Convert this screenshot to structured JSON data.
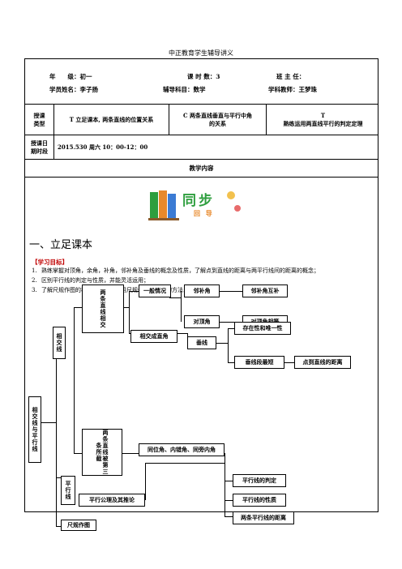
{
  "header": "中正教育学生辅导讲义",
  "info": {
    "grade_label": "年　　级：初一",
    "lessons_label": "课 时 数：3",
    "teacher_label": "班 主 任：",
    "student_label": "学员姓名：李子扬",
    "subject_label": "辅导科目：数学",
    "subject_teacher_label": "学科教师：王梦珠"
  },
  "type_row": {
    "label": "授课\n类型",
    "t1": "T 立足课本, 两条直线的位置关系",
    "t2": "C 两条直线垂直与平行中角\n的关系",
    "t3": "T\n熟练运用两直线平行的判定定理"
  },
  "time_row": {
    "label": "授课日\n期时段",
    "value": "2015.530 周六 10：00-12：00"
  },
  "content_heading": "教学内容",
  "logo": {
    "main": "同步",
    "sub": "回 导"
  },
  "section_title": "一、立足课本",
  "goals_label": "【学习目标】",
  "goals": [
    {
      "num": "1.",
      "text": "熟练掌握对顶角，余角，补角，邻补角及垂线的概念及性质，了解点到直线的距离与两平行线间的距离的概念；"
    },
    {
      "num": "2.",
      "text": "区别平行线的判定与性质，并能灵活运用；"
    },
    {
      "num": "3.",
      "text": "了解尺规作图的概念，熟练掌握用尺规作角或线段的方法."
    }
  ],
  "mindmap": {
    "root": "相交线与平行线",
    "intersect": "相交线",
    "two_lines": "两条直线相交",
    "general": "一般情况",
    "adjacent": "邻补角",
    "adjacent_prop": "邻补角互补",
    "vertical": "对顶角",
    "vertical_prop": "对顶角相等",
    "perp_angle": "相交成直角",
    "perpendicular": "垂线",
    "exist_unique": "存在性和唯一性",
    "shortest": "垂线段最短",
    "distance": "点到直线的距离",
    "third_line": "两条直线被第三条所截",
    "angles": "同位角、内错角、同旁内角",
    "parallel": "平行线",
    "parallel_axiom": "平行公理及其推论",
    "judge": "平行线的判定",
    "property": "平行线的性质",
    "parallel_dist": "两条平行线的距离",
    "compass": "尺规作图"
  },
  "colors": {
    "goal_label": "#c00000",
    "logo_green": "#2e9e3e",
    "logo_orange": "#e8892b"
  }
}
